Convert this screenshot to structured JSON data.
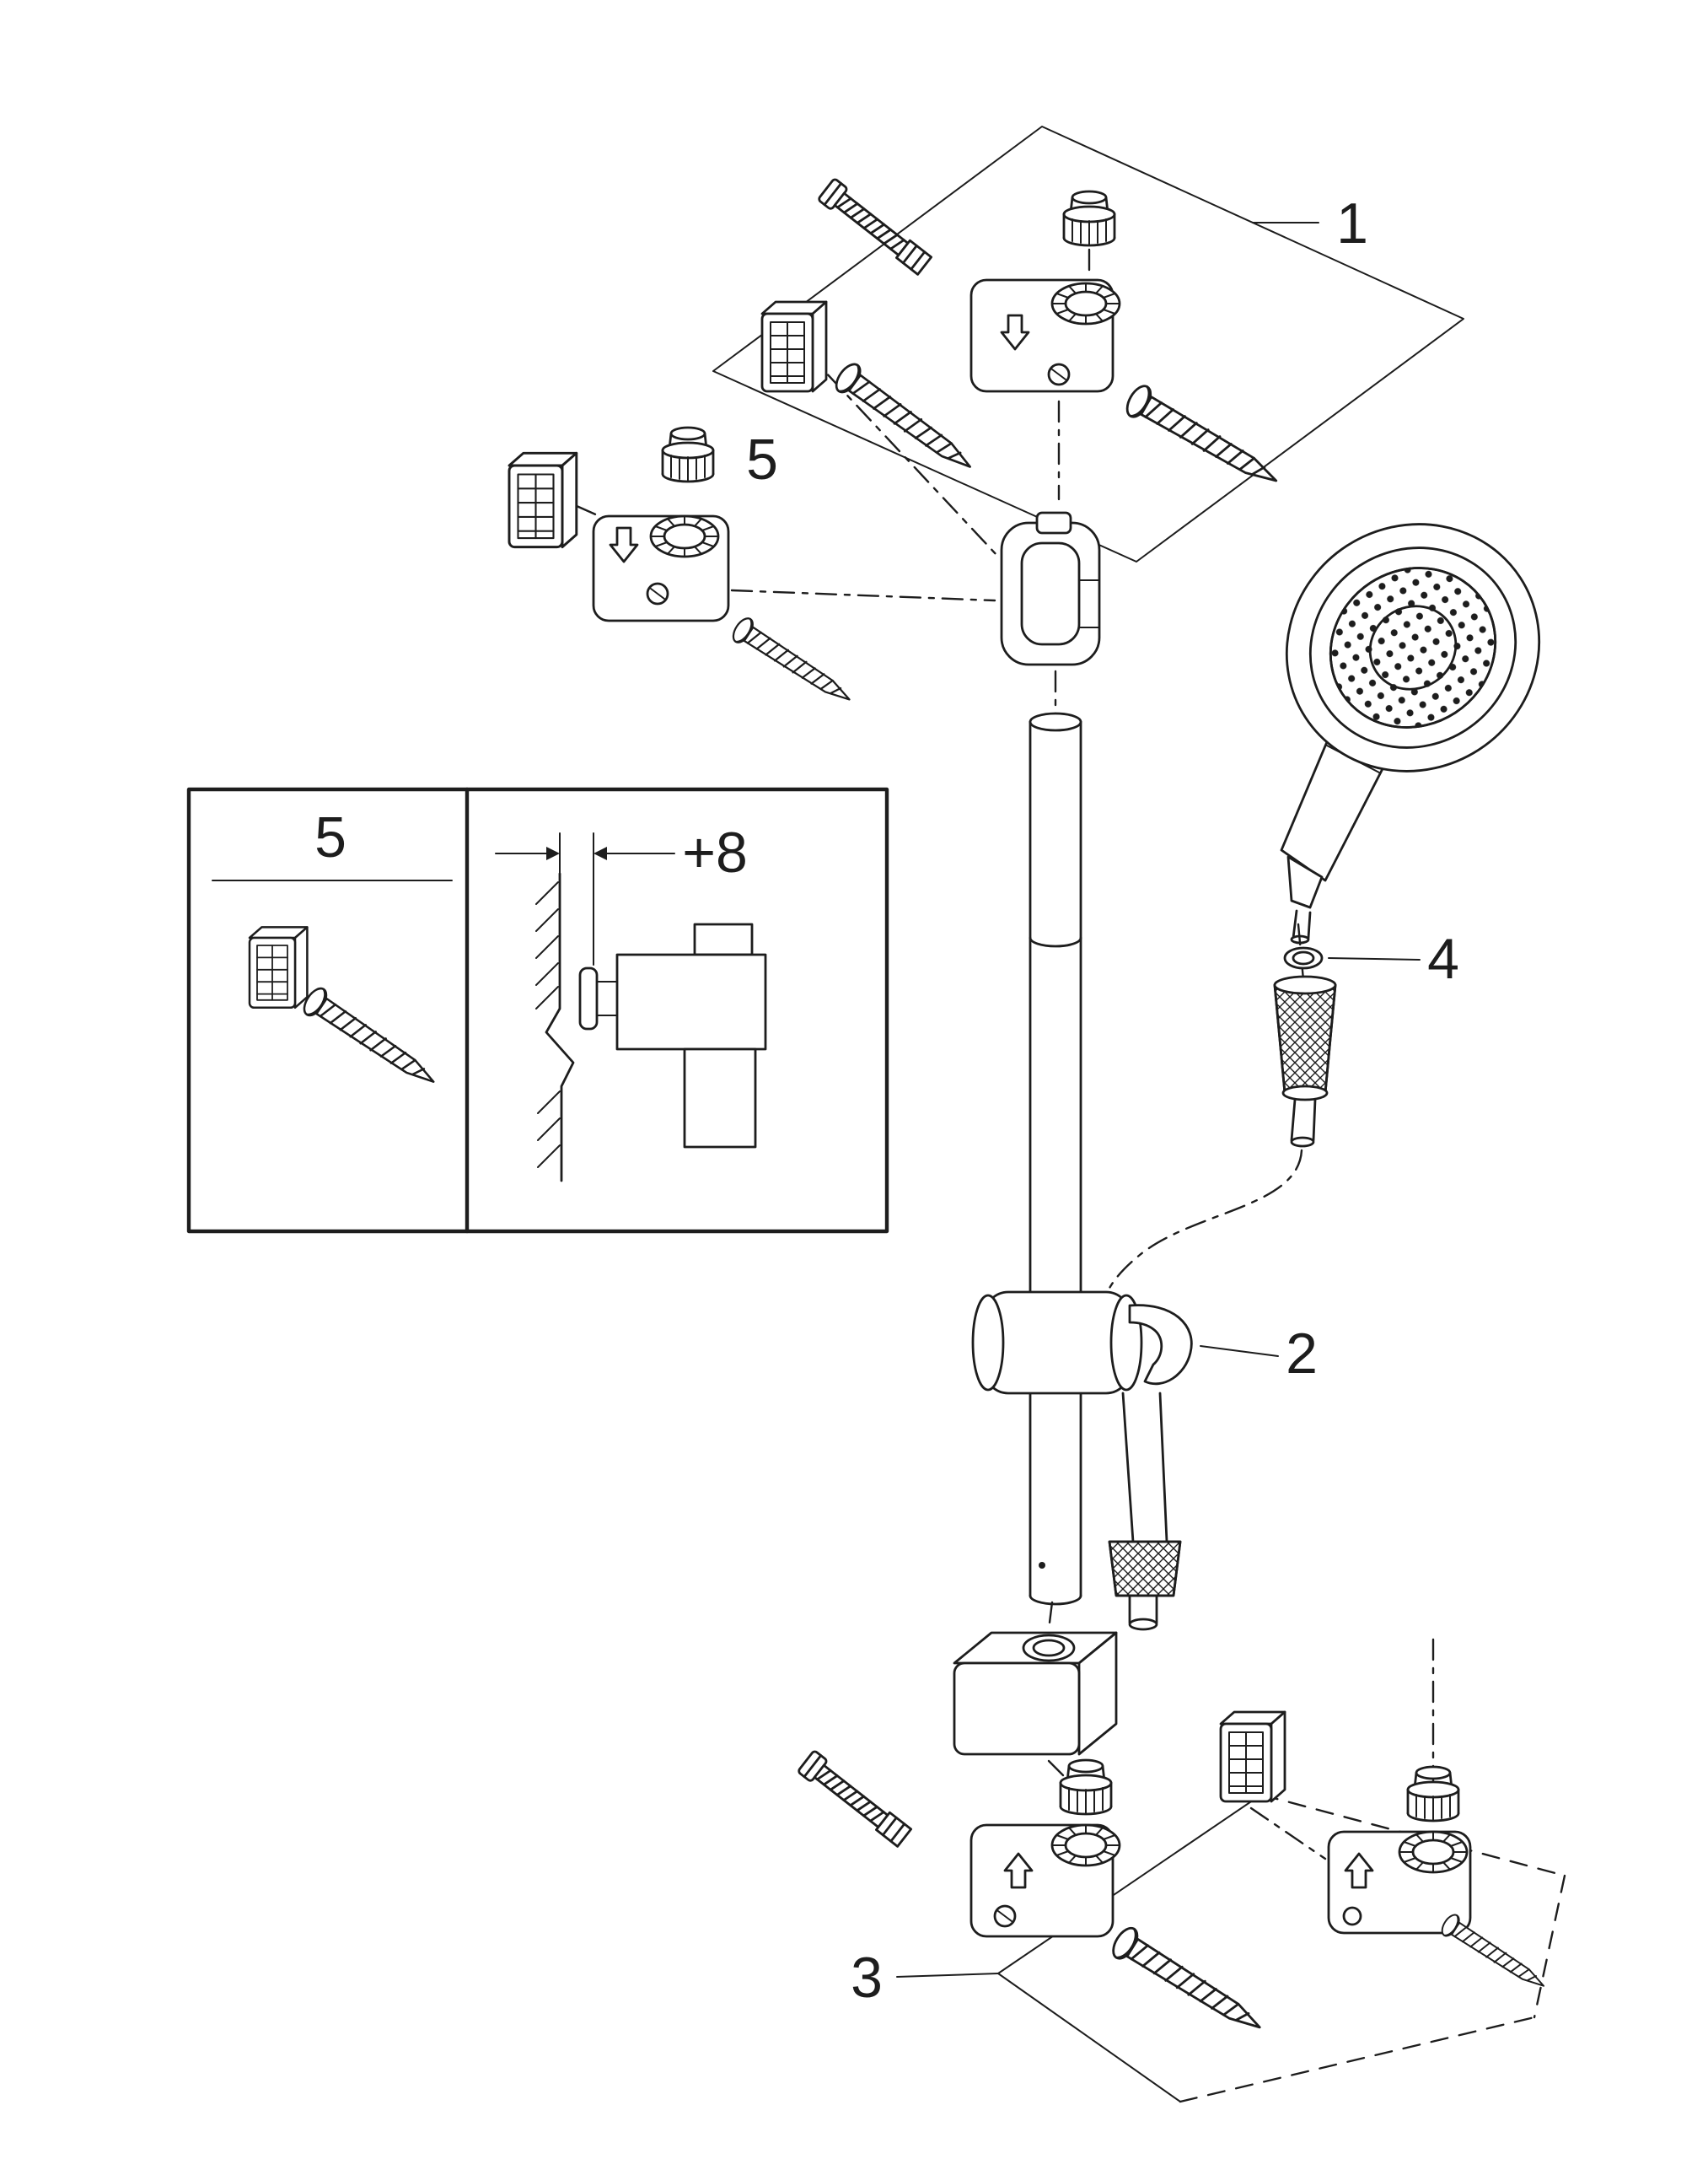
{
  "diagram": {
    "background_color": "#ffffff",
    "line_color": "#1d1d1d",
    "callouts": {
      "part1": "1",
      "part2": "2",
      "part3": "3",
      "part4": "4",
      "part5": "5"
    },
    "inset": {
      "panel_label": "5",
      "dimension_label": "+8"
    }
  }
}
